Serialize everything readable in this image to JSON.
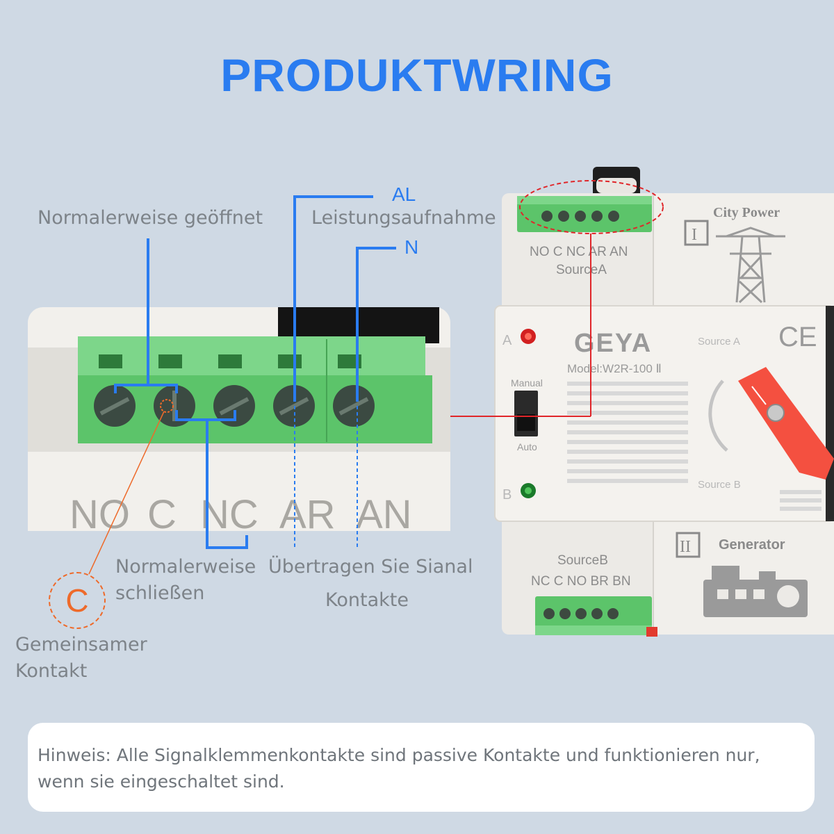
{
  "header": {
    "title": "PRODUKTWRING"
  },
  "labels": {
    "normally_open": "Normalerweise geöffnet",
    "al_code": "AL",
    "al_label": "Leistungsaufnahme",
    "n_code": "N",
    "normally_closed_line1": "Normalerweise",
    "normally_closed_line2": "schließen",
    "transfer_line1": "Übertragen Sie Sianal",
    "transfer_line2": "Kontakte",
    "common_letter": "C",
    "common_line1": "Gemeinsamer",
    "common_line2": "Kontakt"
  },
  "zoom_terminal": {
    "pins": [
      "NO",
      "C",
      "NC",
      "AR",
      "AN"
    ]
  },
  "device": {
    "brand": "GEYA",
    "model": "Model:W2R-100 Ⅱ",
    "source_a_label": "SourceA",
    "source_a_pins": "NO C NC AR AN",
    "source_b_label": "SourceB",
    "source_b_pins": "NC C NO BR BN",
    "city_power": "City Power",
    "city_roman": "I",
    "generator": "Generator",
    "generator_roman": "II",
    "indicator_a": "A",
    "indicator_b": "B",
    "manual": "Manual",
    "auto": "Auto",
    "source_a_side": "Source A",
    "source_b_side": "Source B",
    "ce_mark": "CE"
  },
  "note": {
    "text": "Hinweis: Alle Signalklemmenkontakte sind passive Kontakte und funktionieren nur, wenn sie eingeschaltet sind."
  },
  "colors": {
    "background": "#cfd9e4",
    "accent_blue": "#2a7cf0",
    "terminal_green": "#5cc46a",
    "handle_red": "#f45040",
    "common_orange": "#ee6a2a"
  }
}
